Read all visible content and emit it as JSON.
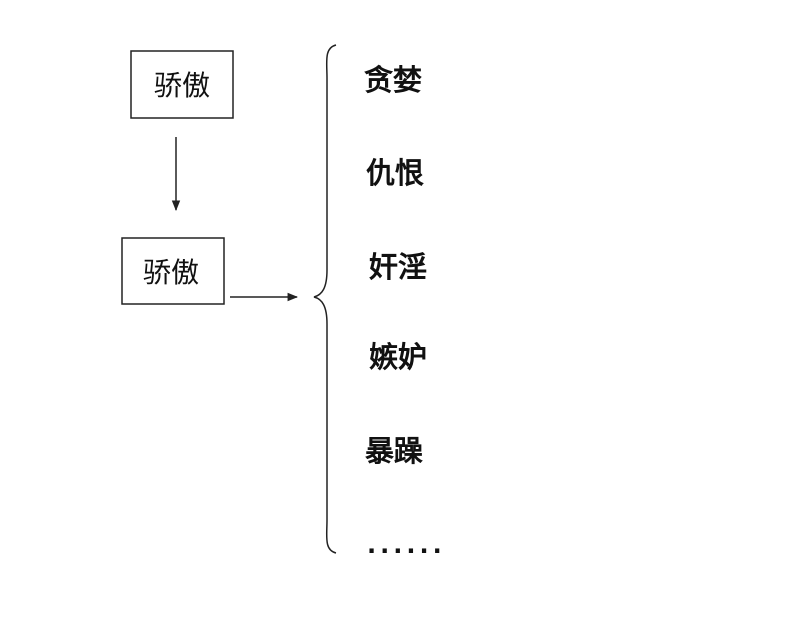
{
  "diagram": {
    "top_box": {
      "label": "骄傲"
    },
    "bottom_box": {
      "label": "骄傲"
    },
    "branches": [
      {
        "label": "贪婪"
      },
      {
        "label": "仇恨"
      },
      {
        "label": "奸淫"
      },
      {
        "label": "嫉妒"
      },
      {
        "label": "暴躁"
      }
    ],
    "ellipsis": "......",
    "colors": {
      "stroke": "#222222",
      "text": "#111111",
      "background": "#ffffff"
    }
  }
}
